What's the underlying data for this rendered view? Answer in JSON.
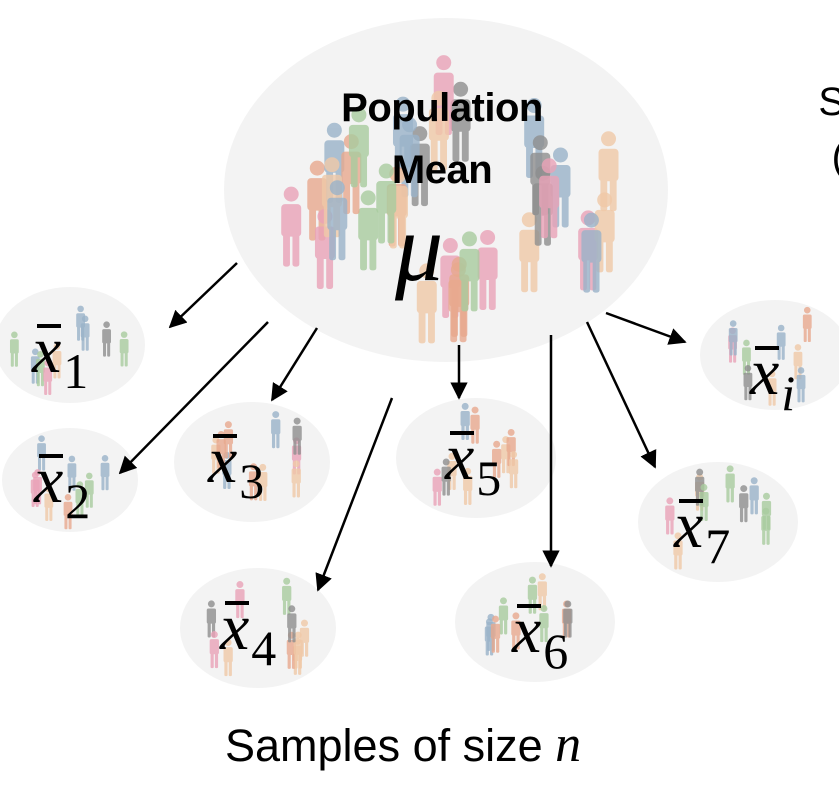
{
  "population": {
    "line1": "Population",
    "line2": "Mean",
    "symbol": "μ"
  },
  "samples": [
    {
      "symbol": "x",
      "subscript": "1"
    },
    {
      "symbol": "x",
      "subscript": "2"
    },
    {
      "symbol": "x",
      "subscript": "3"
    },
    {
      "symbol": "x",
      "subscript": "4"
    },
    {
      "symbol": "x",
      "subscript": "5"
    },
    {
      "symbol": "x",
      "subscript": "6"
    },
    {
      "symbol": "x",
      "subscript": "7"
    },
    {
      "symbol": "x",
      "subscript": "i"
    }
  ],
  "caption": {
    "text": "Samples of size ",
    "variable": "n"
  },
  "edge_text": [
    "S",
    "("
  ],
  "people_colors": [
    "#e8a98e",
    "#9ab3c9",
    "#8f8f8f",
    "#eaa3b8",
    "#a9cc9f",
    "#f0c9a8"
  ]
}
